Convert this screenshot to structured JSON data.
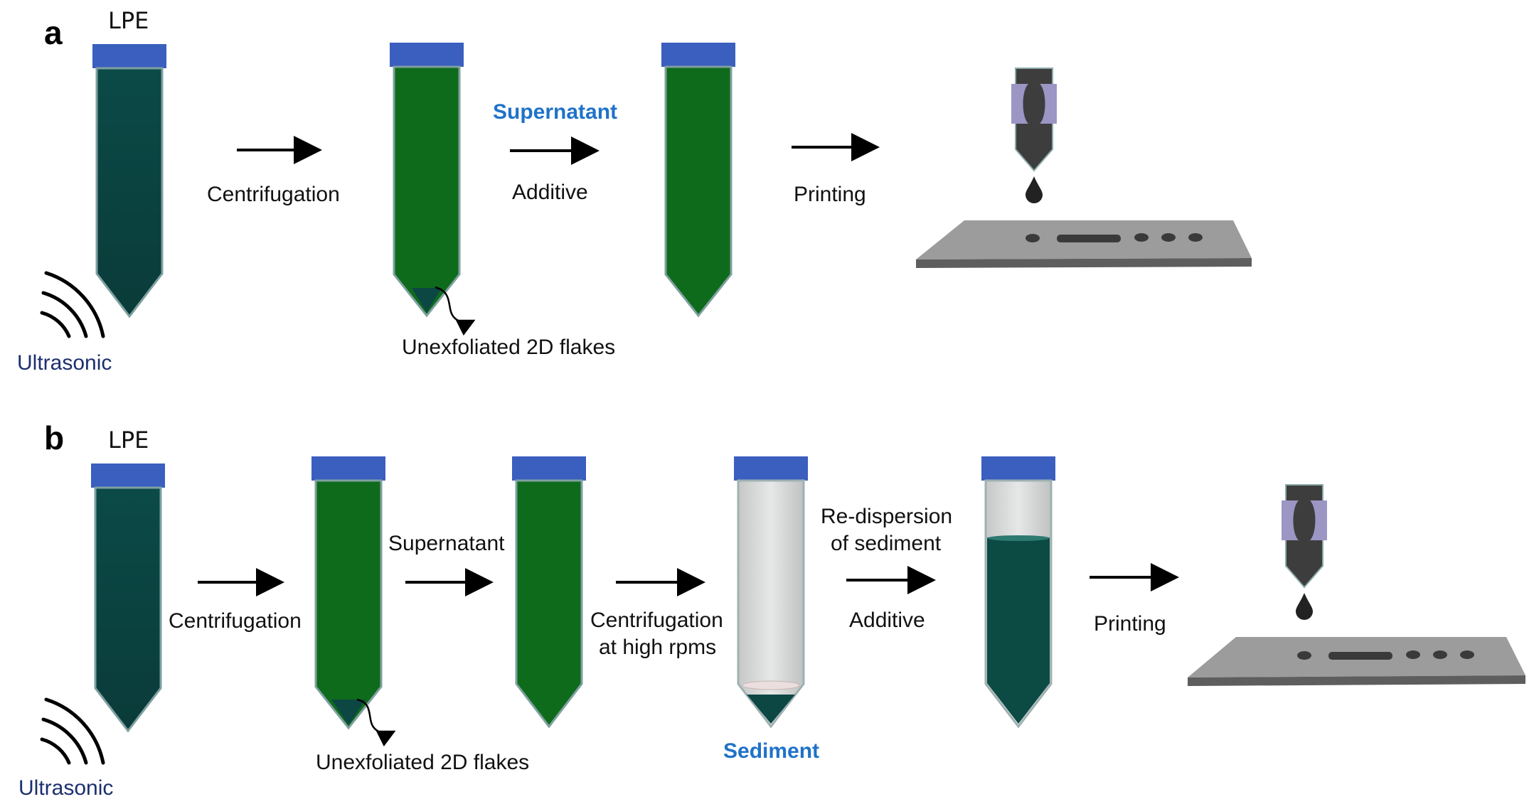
{
  "colors": {
    "cap": "#3a5fbf",
    "dark_solution": "#0c4744",
    "green_solution": "#0f6b1c",
    "tube_outline": "#7fa0a0",
    "clear_tube": "#d8dada",
    "nozzle_dark": "#3d3d3d",
    "nozzle_piezo": "#9b96c4",
    "substrate": "#9c9c9c",
    "accent_blue": "#1f72c8",
    "ultrasonic_navy": "#1c2f6e"
  },
  "panel_a": {
    "letter": "a",
    "lpe": "LPE",
    "ultrasonic": "Ultrasonic",
    "step1": "Centrifugation",
    "supernatant": "Supernatant",
    "step2": "Additive",
    "step3": "Printing",
    "unexfoliated": "Unexfoliated 2D flakes"
  },
  "panel_b": {
    "letter": "b",
    "lpe": "LPE",
    "ultrasonic": "Ultrasonic",
    "step1": "Centrifugation",
    "supernatant": "Supernatant",
    "step3_line1": "Centrifugation",
    "step3_line2": "at high rpms",
    "sediment": "Sediment",
    "redispersion_line1": "Re-dispersion",
    "redispersion_line2": "of sediment",
    "additive": "Additive",
    "printing": "Printing",
    "unexfoliated": "Unexfoliated 2D flakes"
  }
}
